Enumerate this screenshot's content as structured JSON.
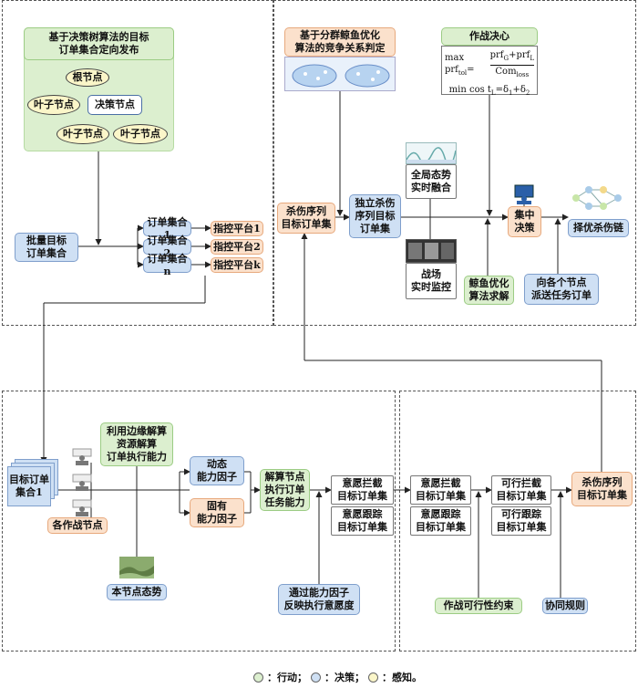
{
  "colors": {
    "action": "#dcefcf",
    "decision": "#cfe0f4",
    "perception": "#fbf6c9",
    "orange": "#fbe1cc"
  },
  "top_left": {
    "title": "基于决策树算法的目标\n订单集合定向发布",
    "root": "根节点",
    "leaf1": "叶子节点",
    "decision": "决策节点",
    "leaf2": "叶子节点",
    "leaf3": "叶子节点",
    "batch": "批量目标\n订单集合",
    "orders": [
      "订单集合1",
      "订单集合2",
      "订单集合n"
    ],
    "platforms": [
      "指控平台1",
      "指控平台2",
      "指控平台k"
    ]
  },
  "top_right": {
    "fish_title": "基于分群鲸鱼优化\n算法的竞争关系判定",
    "decision_title": "作战决心",
    "formula1_left": "max prf",
    "formula1_sub": "tol",
    "formula1_num": "prf",
    "formula1_num_sub1": "G",
    "formula1_num_plus": "+prf",
    "formula1_num_sub2": "L",
    "formula1_den": "Com",
    "formula1_den_sub": "loss",
    "formula2": "min cos t",
    "formula2_sub": "L",
    "formula2_rest": "=δ",
    "formula2_s1": "1",
    "formula2_plus": "+δ",
    "formula2_s2": "2",
    "kill_seq": "杀伤序列\n目标订单集",
    "independent": "独立杀伤\n序列目标\n订单集",
    "global": "全局态势\n实时融合",
    "battlefield": "战场\n实时监控",
    "whale": "鲸鱼优化\n算法求解",
    "central": "集中\n决策",
    "send": "向各个节点\n派送任务订单",
    "optimal": "择优杀伤链"
  },
  "bottom_left": {
    "target_orders": "目标订单\n集合1",
    "nodes": "各作战节点",
    "edge": "利用边缘解算\n资源解算\n订单执行能力",
    "local": "本节点态势",
    "dynamic": "动态\n能力因子",
    "inherent": "固有\n能力因子",
    "solve": "解算节点\n执行订单\n任务能力",
    "intercept": "意愿拦截\n目标订单集",
    "track": "意愿跟踪\n目标订单集",
    "reflect": "通过能力因子\n反映执行意愿度"
  },
  "bottom_right": {
    "intercept": "意愿拦截\n目标订单集",
    "track": "意愿跟踪\n目标订单集",
    "feasible_intercept": "可行拦截\n目标订单集",
    "feasible_track": "可行跟踪\n目标订单集",
    "kill_seq": "杀伤序列\n目标订单集",
    "constraint": "作战可行性约束",
    "coop": "协同规则"
  },
  "legend": {
    "action": "：行动；",
    "decision": "：决策；",
    "perception": "：感知。"
  }
}
